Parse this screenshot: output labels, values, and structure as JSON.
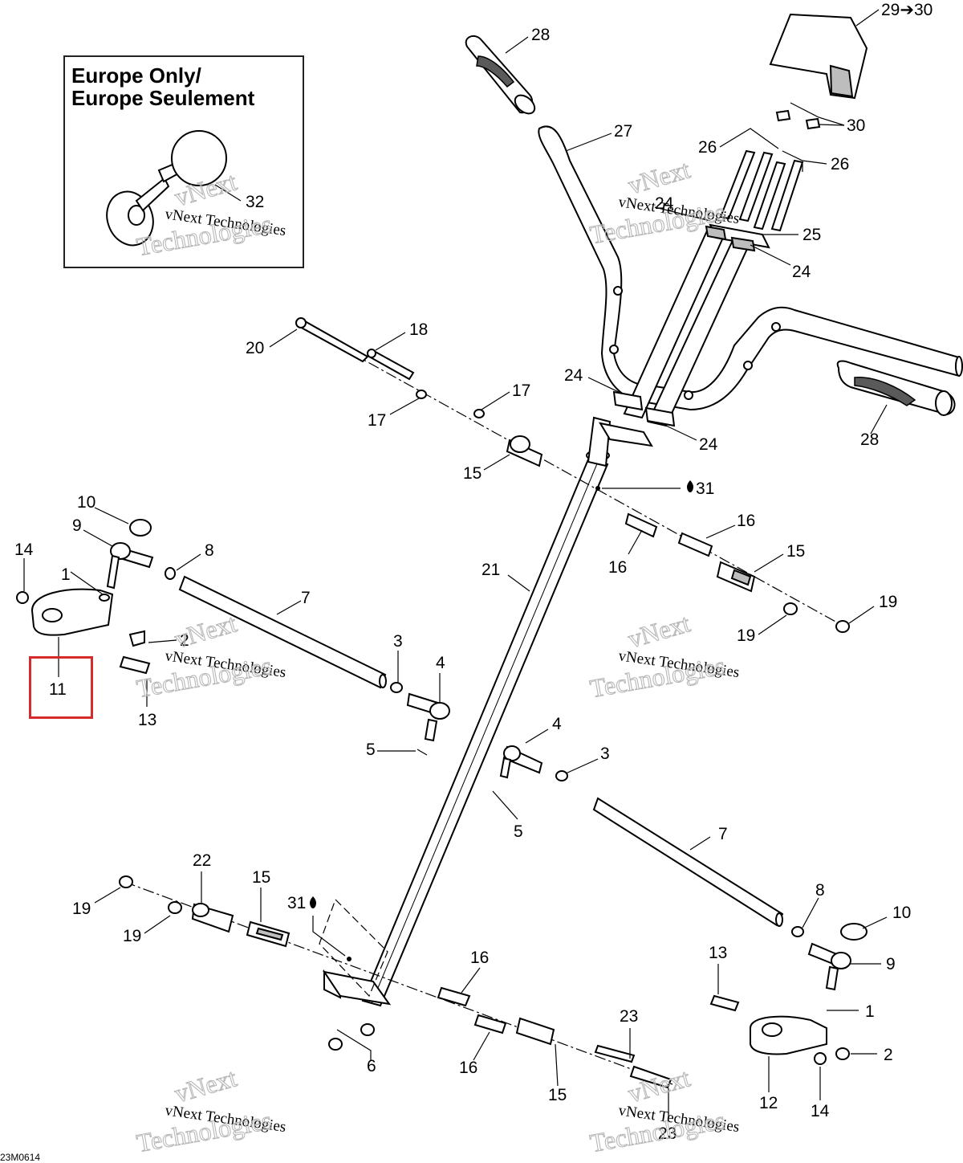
{
  "inset": {
    "title_line1": "Europe Only/",
    "title_line2": "Europe Seulement",
    "part_label": "32"
  },
  "watermark": {
    "line1": "vNext Technologies",
    "line2": "vNext",
    "line3": "Technologies"
  },
  "highlight": {
    "color": "#d52b2b",
    "label": "11"
  },
  "drawing_id": "23M0614",
  "callouts": {
    "c29_30": "29➔30",
    "c28a": "28",
    "c27": "27",
    "c30": "30",
    "c26a": "26",
    "c26b": "26",
    "c24a": "24",
    "c25": "25",
    "c24b": "24",
    "c24c": "24",
    "c24d": "24",
    "c28b": "28",
    "c20": "20",
    "c18": "18",
    "c17a": "17",
    "c17b": "17",
    "c15a": "15",
    "c31a": "31",
    "c16a": "16",
    "c16b": "16",
    "c15b": "15",
    "c10a": "10",
    "c9a": "9",
    "c8a": "8",
    "c14a": "14",
    "c1a": "1",
    "c7a": "7",
    "c2a": "2",
    "c21": "21",
    "c19a": "19",
    "c19b": "19",
    "c3a": "3",
    "c4a": "4",
    "c13a": "13",
    "c5a": "5",
    "c4b": "4",
    "c3b": "3",
    "c5b": "5",
    "c7b": "7",
    "c22": "22",
    "c15c": "15",
    "c31b": "31",
    "c19c": "19",
    "c19d": "19",
    "c8b": "8",
    "c10b": "10",
    "c13b": "13",
    "c9b": "9",
    "c16c": "16",
    "c1b": "1",
    "c23a": "23",
    "c2b": "2",
    "c6": "6",
    "c16d": "16",
    "c15d": "15",
    "c12": "12",
    "c14b": "14",
    "c23b": "23"
  }
}
